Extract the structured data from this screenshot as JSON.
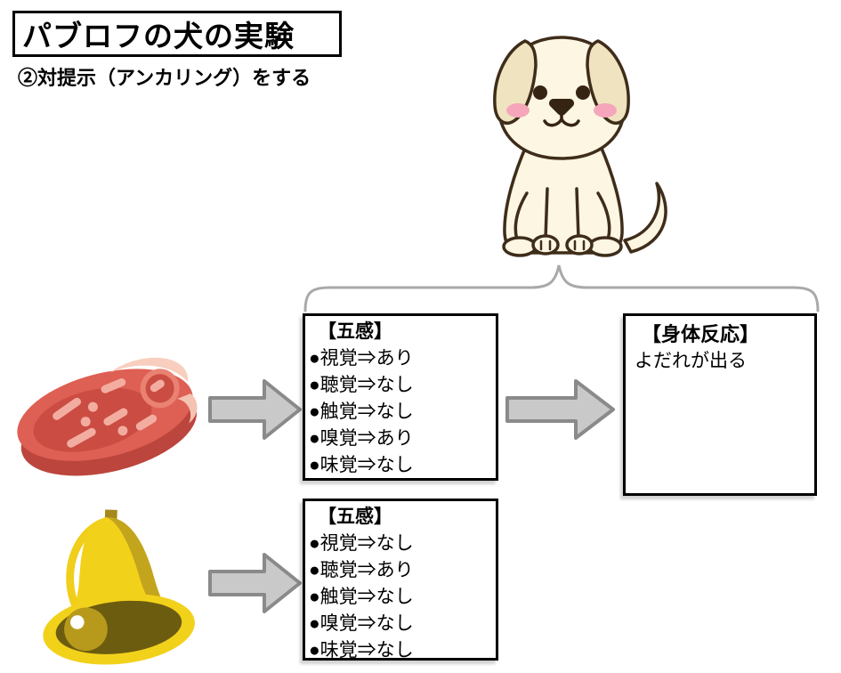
{
  "header": {
    "title": "パブロフの犬の実験",
    "subtitle": "②対提示（アンカリング）をする"
  },
  "senses_box_meat": {
    "header": "【五感】",
    "items": [
      "●視覚⇒あり",
      "●聴覚⇒なし",
      "●触覚⇒なし",
      "●嗅覚⇒あり",
      "●味覚⇒なし"
    ]
  },
  "senses_box_bell": {
    "header": "【五感】",
    "items": [
      "●視覚⇒なし",
      "●聴覚⇒あり",
      "●触覚⇒なし",
      "●嗅覚⇒なし",
      "●味覚⇒なし"
    ]
  },
  "response_box": {
    "header": "【身体反応】",
    "text": "よだれが出る"
  },
  "icons": {
    "dog": "dog-illustration",
    "meat": "raw-meat-icon",
    "bell": "bell-icon",
    "arrows": "right-block-arrow",
    "brace": "upward-curly-brace"
  },
  "colors": {
    "box_border": "#000000",
    "arrow_fill": "#c9c9c9",
    "arrow_stroke": "#8a8a8a",
    "brace": "#a9a9a9",
    "dog_body": "#fcf6e2",
    "dog_ear": "#f0e3c0",
    "dog_outline": "#3e2d1a",
    "dog_cheek": "#f5a6ba",
    "meat_red": "#de5f53",
    "meat_dark_red": "#bc453d",
    "meat_inner": "#cb4c42",
    "meat_fat": "#f8cfbf",
    "meat_marbling": "#f2ada0",
    "bell_yellow": "#f2d11b",
    "bell_shade": "#c3a41d",
    "bell_interior": "#6c5c10",
    "bell_clapper": "#b79a1c"
  }
}
